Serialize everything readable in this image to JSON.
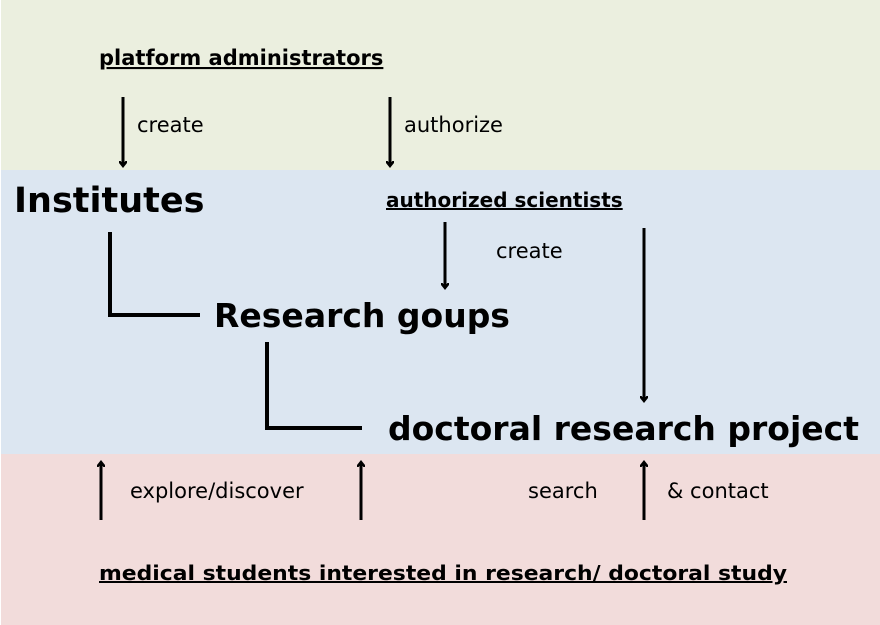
{
  "bands": {
    "top_color": "#ebefdf",
    "middle_color": "#dce6f1",
    "bottom_color": "#f2dcdb"
  },
  "nodes": {
    "platform_admins": "platform administrators",
    "institutes": "Institutes",
    "authorized_scientists": "authorized scientists",
    "research_groups": "Research goups",
    "doctoral_project": "doctoral research project",
    "medical_students": "medical students interested in research/ doctoral study"
  },
  "edge_labels": {
    "create_institutes": "create",
    "authorize": "authorize",
    "create_groups": "create",
    "explore": "explore/discover",
    "search": "search",
    "contact": "& contact"
  }
}
